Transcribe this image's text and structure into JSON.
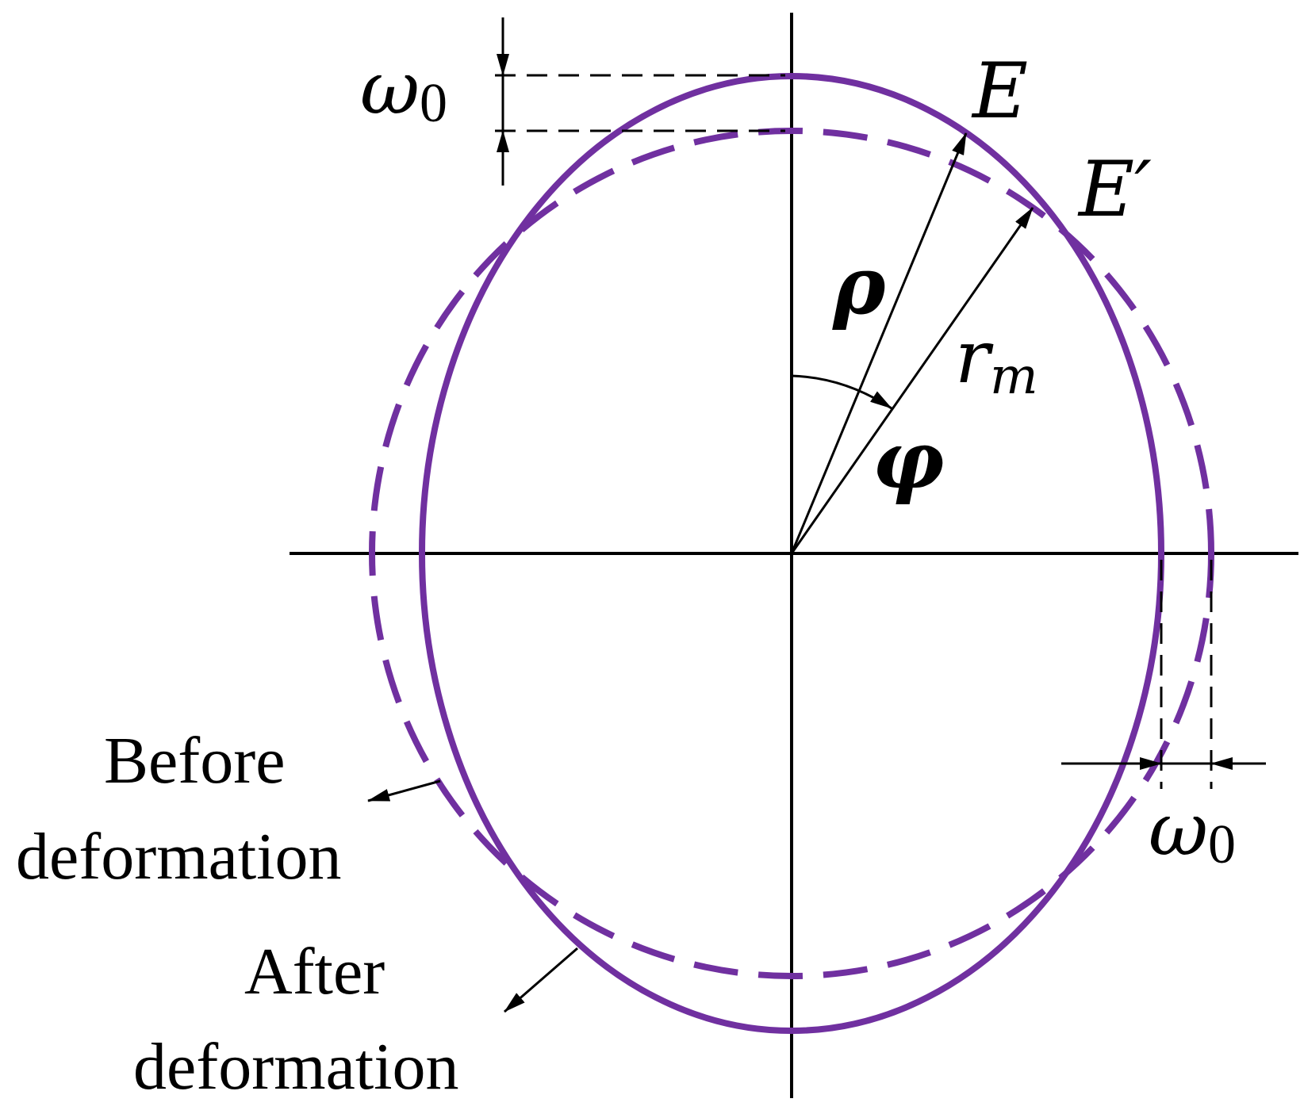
{
  "colors": {
    "curve": "#7030A0",
    "ink": "#000000",
    "background": "#FFFFFF"
  },
  "labels": {
    "omega_top": {
      "symbol": "ω",
      "sub": "0"
    },
    "omega_right": {
      "symbol": "ω",
      "sub": "0"
    },
    "point_e": "E",
    "point_e_prime": "E′",
    "rho": "ρ",
    "r_m": {
      "symbol": "r",
      "sub": "m"
    },
    "phi": "φ",
    "before_line1": "Before",
    "before_line2": "deformation",
    "after_line1": "After",
    "after_line2": "deformation"
  },
  "legend_styles": {
    "before": "dashed",
    "after": "solid"
  }
}
